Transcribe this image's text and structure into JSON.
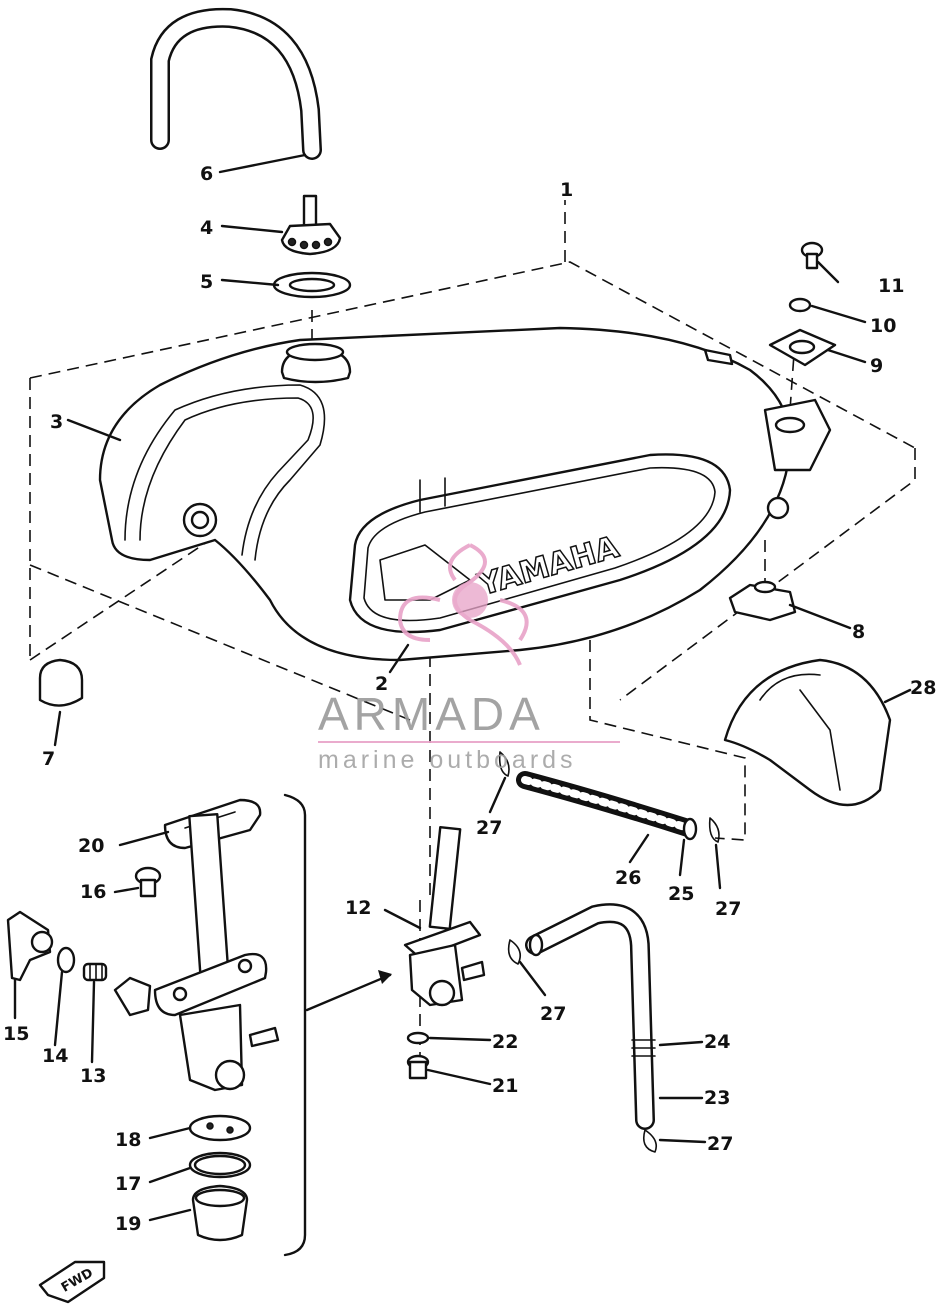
{
  "diagram": {
    "callouts": [
      "1",
      "2",
      "3",
      "4",
      "5",
      "6",
      "7",
      "8",
      "9",
      "10",
      "11",
      "12",
      "13",
      "14",
      "15",
      "16",
      "17",
      "18",
      "19",
      "20",
      "21",
      "22",
      "23",
      "24",
      "25",
      "26",
      "27",
      "27",
      "27",
      "27",
      "27",
      "28"
    ],
    "tank_lettering": "YAMAHA",
    "direction_marker": "FWD"
  },
  "watermark": {
    "brand": "ARMADA",
    "tagline": "marine outboards",
    "accent_color": "#e8a3c8"
  }
}
